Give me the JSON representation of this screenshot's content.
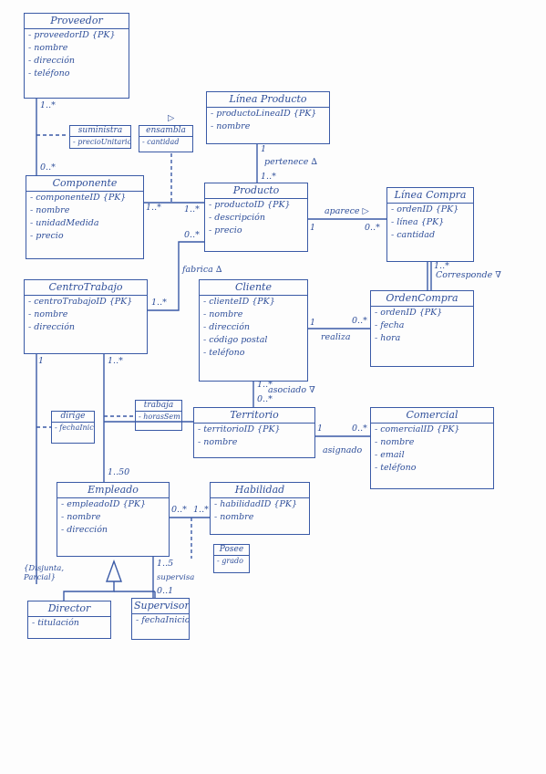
{
  "classes": {
    "proveedor": {
      "title": "Proveedor",
      "attrs": [
        "proveedorID {PK}",
        "nombre",
        "dirección",
        "teléfono"
      ]
    },
    "lineaProducto": {
      "title": "Línea Producto",
      "attrs": [
        "productoLineaID {PK}",
        "nombre"
      ]
    },
    "suministra": {
      "title": "suministra",
      "attrs": [
        "precioUnitario"
      ]
    },
    "ensambla": {
      "title": "ensambla",
      "attrs": [
        "cantidad"
      ]
    },
    "componente": {
      "title": "Componente",
      "attrs": [
        "componenteID {PK}",
        "nombre",
        "unidadMedida",
        "precio"
      ]
    },
    "producto": {
      "title": "Producto",
      "attrs": [
        "productoID {PK}",
        "descripción",
        "precio"
      ]
    },
    "lineaCompra": {
      "title": "Línea Compra",
      "attrs": [
        "ordenID {PK}",
        "línea {PK}",
        "cantidad"
      ]
    },
    "centroTrabajo": {
      "title": "CentroTrabajo",
      "attrs": [
        "centroTrabajoID {PK}",
        "nombre",
        "dirección"
      ]
    },
    "cliente": {
      "title": "Cliente",
      "attrs": [
        "clienteID {PK}",
        "nombre",
        "dirección",
        "código postal",
        "teléfono"
      ]
    },
    "ordenCompra": {
      "title": "OrdenCompra",
      "attrs": [
        "ordenID {PK}",
        "fecha",
        "hora"
      ]
    },
    "dirige": {
      "title": "dirige",
      "attrs": [
        "fechaInicio"
      ]
    },
    "trabaja": {
      "title": "trabaja",
      "attrs": [
        "horasSem"
      ]
    },
    "territorio": {
      "title": "Territorio",
      "attrs": [
        "territorioID {PK}",
        "nombre"
      ]
    },
    "comercial": {
      "title": "Comercial",
      "attrs": [
        "comercialID {PK}",
        "nombre",
        "email",
        "teléfono"
      ]
    },
    "empleado": {
      "title": "Empleado",
      "attrs": [
        "empleadoID {PK}",
        "nombre",
        "dirección"
      ]
    },
    "habilidad": {
      "title": "Habilidad",
      "attrs": [
        "habilidadID {PK}",
        "nombre"
      ]
    },
    "posee": {
      "title": "Posee",
      "attrs": [
        "grado"
      ]
    },
    "director": {
      "title": "Director",
      "attrs": [
        "titulación"
      ]
    },
    "supervisor": {
      "title": "Supervisor",
      "attrs": [
        "fechaInicio"
      ]
    }
  },
  "labels": {
    "pertenece": "pertenece ∆",
    "aparece": "aparece ▷",
    "fabrica": "fabrica ∆",
    "corresponde": "Corresponde ∇",
    "realiza": "realiza",
    "asociado": "asociado ∇",
    "asignado": "asignado",
    "generalizacion": "{Disjunta, Parcial}",
    "supervisa": "supervisa",
    "ensamblaArrow": "▷"
  },
  "multiplicities": {
    "prov_comp_top": "1..*",
    "prov_comp_bottom": "0..*",
    "lp_prod_top": "1",
    "lp_prod_bottom": "1..*",
    "comp_prod_left": "1..*",
    "comp_prod_right": "1..*",
    "prod_fab": "0..*",
    "ct_fab": "1..*",
    "prod_lc_left": "1",
    "prod_lc_right": "0..*",
    "lc_oc": "1..*",
    "cli_oc_left": "1",
    "cli_oc_right": "0..*",
    "cli_terr_top": "1..*",
    "cli_terr_bottom": "0..*",
    "terr_com_left": "1",
    "terr_com_right": "0..*",
    "ct_emp_left": "1",
    "ct_emp_right": "1..*",
    "emp_ct": "1..50",
    "emp_hab_left": "0..*",
    "emp_hab_right": "1..*",
    "sup_top": "1..5",
    "sup_bottom": "0..1"
  }
}
